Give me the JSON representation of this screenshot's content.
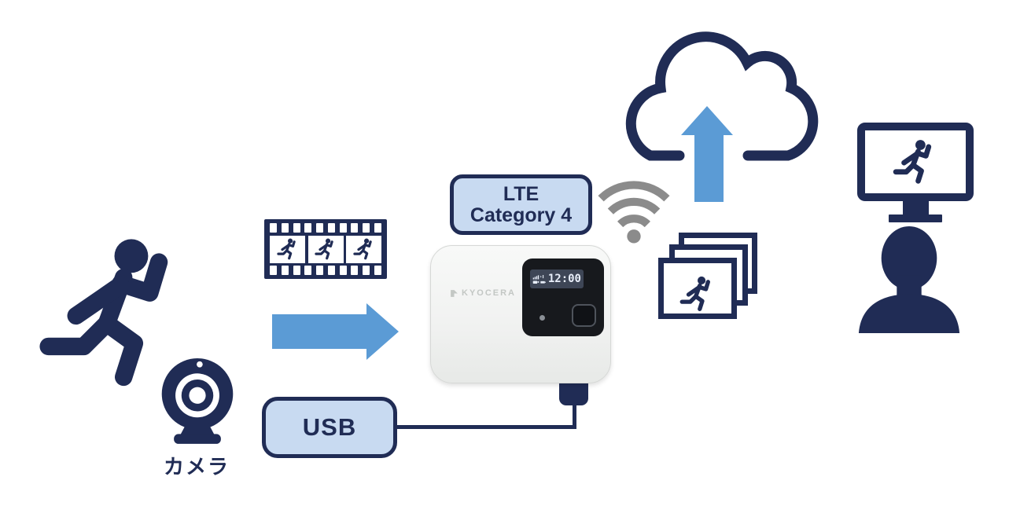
{
  "labels": {
    "camera": "カメラ",
    "usb": "USB",
    "lte_line1": "LTE",
    "lte_line2": "Category 4"
  },
  "device": {
    "brand": "KYOCERA",
    "display_time": "12:00"
  },
  "colors": {
    "navy": "#202c55",
    "light_blue_fill": "#c8daf1",
    "arrow_blue": "#5b9bd5",
    "wifi_gray": "#8b8b8b",
    "panel_black": "#17191d",
    "display_bg": "#3e4656",
    "display_text": "#e8eef9",
    "device_body": "#f3f4f3",
    "brand_gray": "#c3c7c4"
  },
  "icons": {
    "runner": "running-person pictogram",
    "webcam": "camera on stand",
    "film_strip": "video frames strip",
    "flow_arrow": "blue right arrow",
    "wifi": "wireless signal",
    "cloud": "cloud outline",
    "upload_arrow": "blue up arrow into cloud",
    "photo_stack": "stack of captured images",
    "monitor": "display screen",
    "viewer": "person silhouette"
  }
}
